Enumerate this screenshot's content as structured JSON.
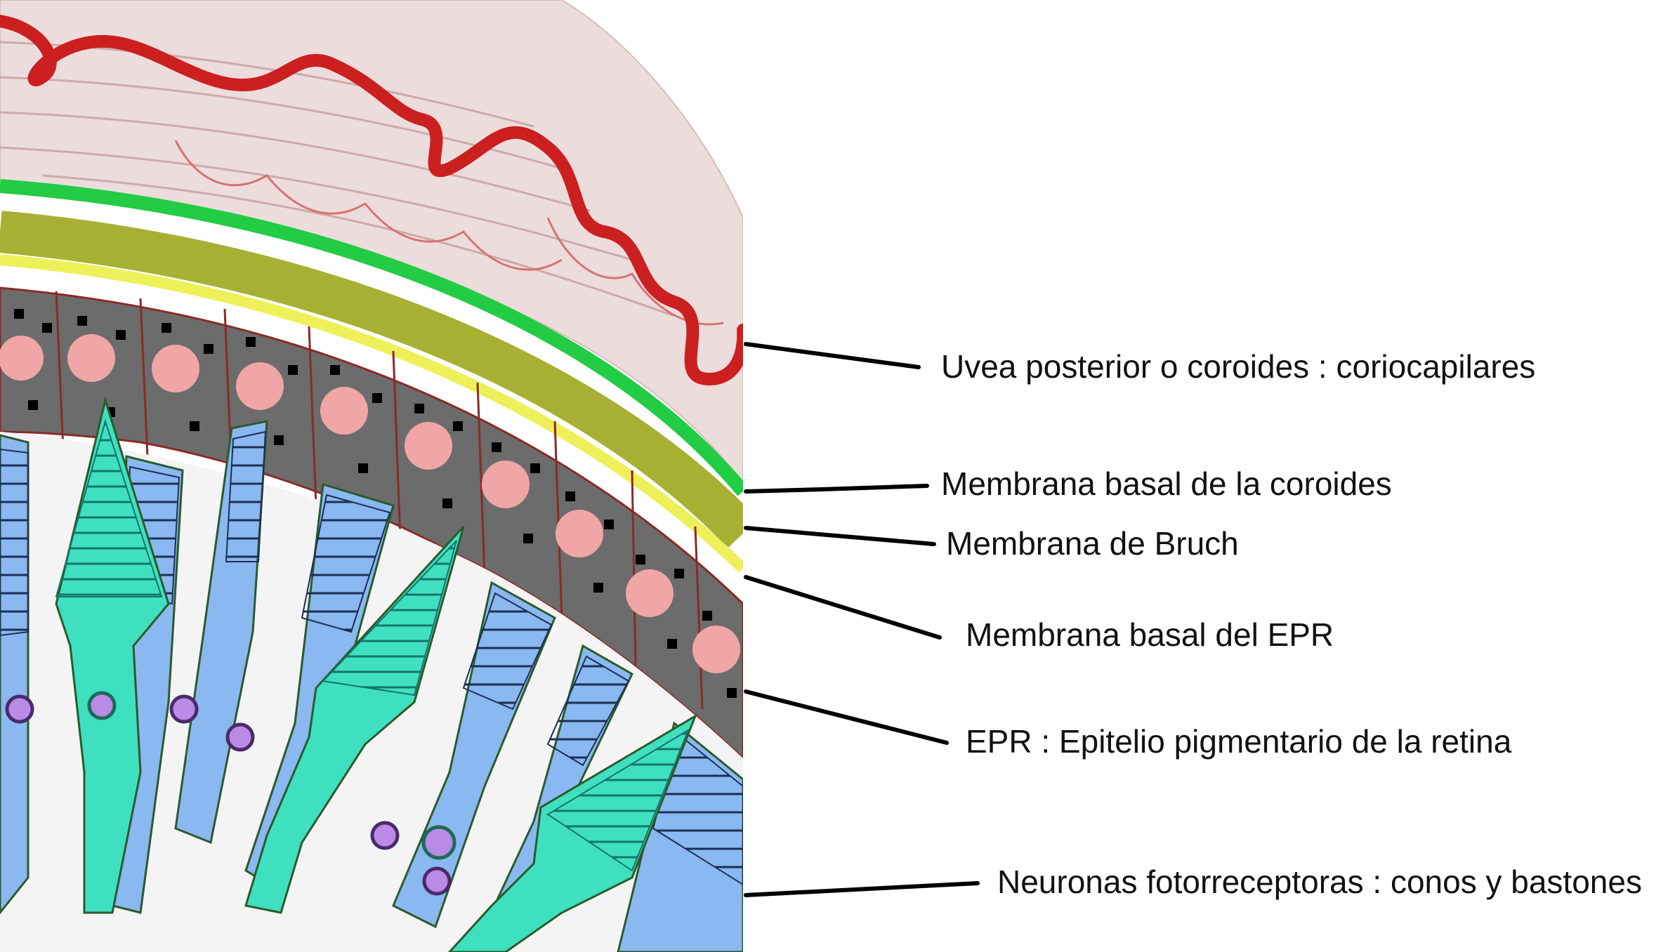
{
  "labels": [
    {
      "id": "uvea",
      "text": "Uvea posterior o coroides : coriocapilares"
    },
    {
      "id": "basal-coroides",
      "text": "Membrana basal de la coroides"
    },
    {
      "id": "bruch",
      "text": "Membrana de Bruch"
    },
    {
      "id": "basal-epr",
      "text": "Membrana basal del EPR"
    },
    {
      "id": "epr",
      "text": "EPR : Epitelio pigmentario de la retina"
    },
    {
      "id": "fotorreceptoras",
      "text": "Neuronas fotorreceptoras : conos y bastones"
    }
  ],
  "colors": {
    "vessel": "#cc1f1f",
    "choroid_tissue": "#e9d6d6",
    "basal_membrane": "#22cc44",
    "bruch_membrane": "#a8b034",
    "epr_membrane": "#eef05a",
    "epr_cells": "#6c6c6c",
    "nucleus": "#f0a6a6",
    "cone": "#3fe0c0",
    "rod": "#8ab8f0",
    "leader_line": "#000000"
  }
}
